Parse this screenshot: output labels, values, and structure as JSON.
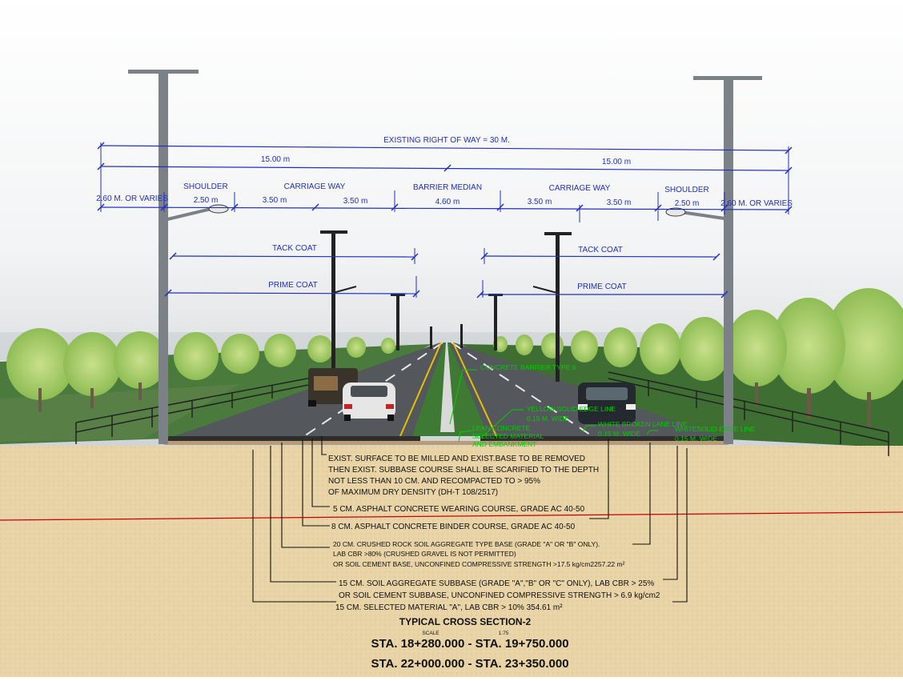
{
  "dimensions": {
    "row_of_way": "EXISTING RIGHT OF WAY = 30 M.",
    "half_left": "15.00 m",
    "half_right": "15.00 m",
    "varies_left": "2.60 M. OR VARIES",
    "varies_right": "2.60 M. OR VARIES",
    "shoulder_left": "SHOULDER",
    "shoulder_left_w": "2.50 m",
    "carriage_left": "CARRIAGE WAY",
    "lane_l1": "3.50 m",
    "lane_l2": "3.50 m",
    "median": "BARRIER MEDIAN",
    "median_w": "4.60 m",
    "carriage_right": "CARRIAGE WAY",
    "lane_r1": "3.50 m",
    "lane_r2": "3.50 m",
    "shoulder_right": "SHOULDER",
    "shoulder_right_w": "2.50 m",
    "tack_left": "TACK COAT",
    "tack_right": "TACK COAT",
    "prime_left": "PRIME COAT",
    "prime_right": "PRIME COAT"
  },
  "callouts": {
    "barrier": "CONCRETE BARRIER TYPE II",
    "yellow_1": "YELLOW SOLID EDGE LINE",
    "yellow_2": "0.15 M. WIDE",
    "white_broken_1": "WHITE BROKEN LANE LINE",
    "white_broken_2": "0.15 M. WIDE",
    "white_solid_1": "WHITESOLID EDGE LINE",
    "white_solid_2": "0.15 M. WIDE",
    "lean_1": "LEAN CONCRETE",
    "lean_2": "SELECTED MATERIAL",
    "lean_3": "AND EMBANKMENT"
  },
  "layers": {
    "note_1": "EXIST. SURFACE TO BE MILLED AND EXIST.BASE TO BE REMOVED",
    "note_2": "THEN EXIST. SUBBASE COURSE SHALL BE SCARIFIED TO THE DEPTH",
    "note_3": "NOT LESS THAN 10 CM. AND RECOMPACTED TO > 95%",
    "note_4": "OF MAXIMUM DRY DENSITY (DH-T 108/2517)",
    "wearing": "5 CM. ASPHALT CONCRETE WEARING COURSE, GRADE AC 40-50",
    "binder": "8 CM. ASPHALT CONCRETE BINDER COURSE, GRADE AC 40-50",
    "base_1": "20 CM. CRUSHED ROCK SOIL AGGREGATE TYPE BASE (GRADE \"A\" OR \"B\" ONLY).",
    "base_2": "LAB CBR >80% (CRUSHED GRAVEL IS NOT PERMITTED)",
    "base_3": "OR SOIL CEMENT BASE, UNCONFINED COMPRESSIVE STRENGTH >17.5 kg/cm2257.22 m²",
    "subbase_1": "15 CM. SOIL AGGREGATE SUBBASE (GRADE \"A\",\"B\" OR \"C\" ONLY), LAB CBR > 25%",
    "subbase_2": "OR SOIL CEMENT SUBBASE, UNCONFINED COMPRESSIVE STRENGTH > 6.9 kg/cm2",
    "selected": "15 CM. SELECTED MATERIAL \"A\", LAB CBR > 10% 354.61 m²"
  },
  "title": {
    "main": "TYPICAL CROSS SECTION-2",
    "scale_label": "SCALE",
    "scale_value": "1:75",
    "sta_1": "STA. 18+280.000 - STA. 19+750.000",
    "sta_2": "STA. 22+000.000 - STA. 23+350.000"
  },
  "colors": {
    "sky_top": "#ffffff",
    "sky_bottom": "#d9dde0",
    "soil": "#e8d3a6",
    "asphalt": "#505458",
    "grass": "#3e6b32",
    "dimension": "#1f2fc8",
    "callout": "#00cc00",
    "datum_line": "#cc0000"
  }
}
